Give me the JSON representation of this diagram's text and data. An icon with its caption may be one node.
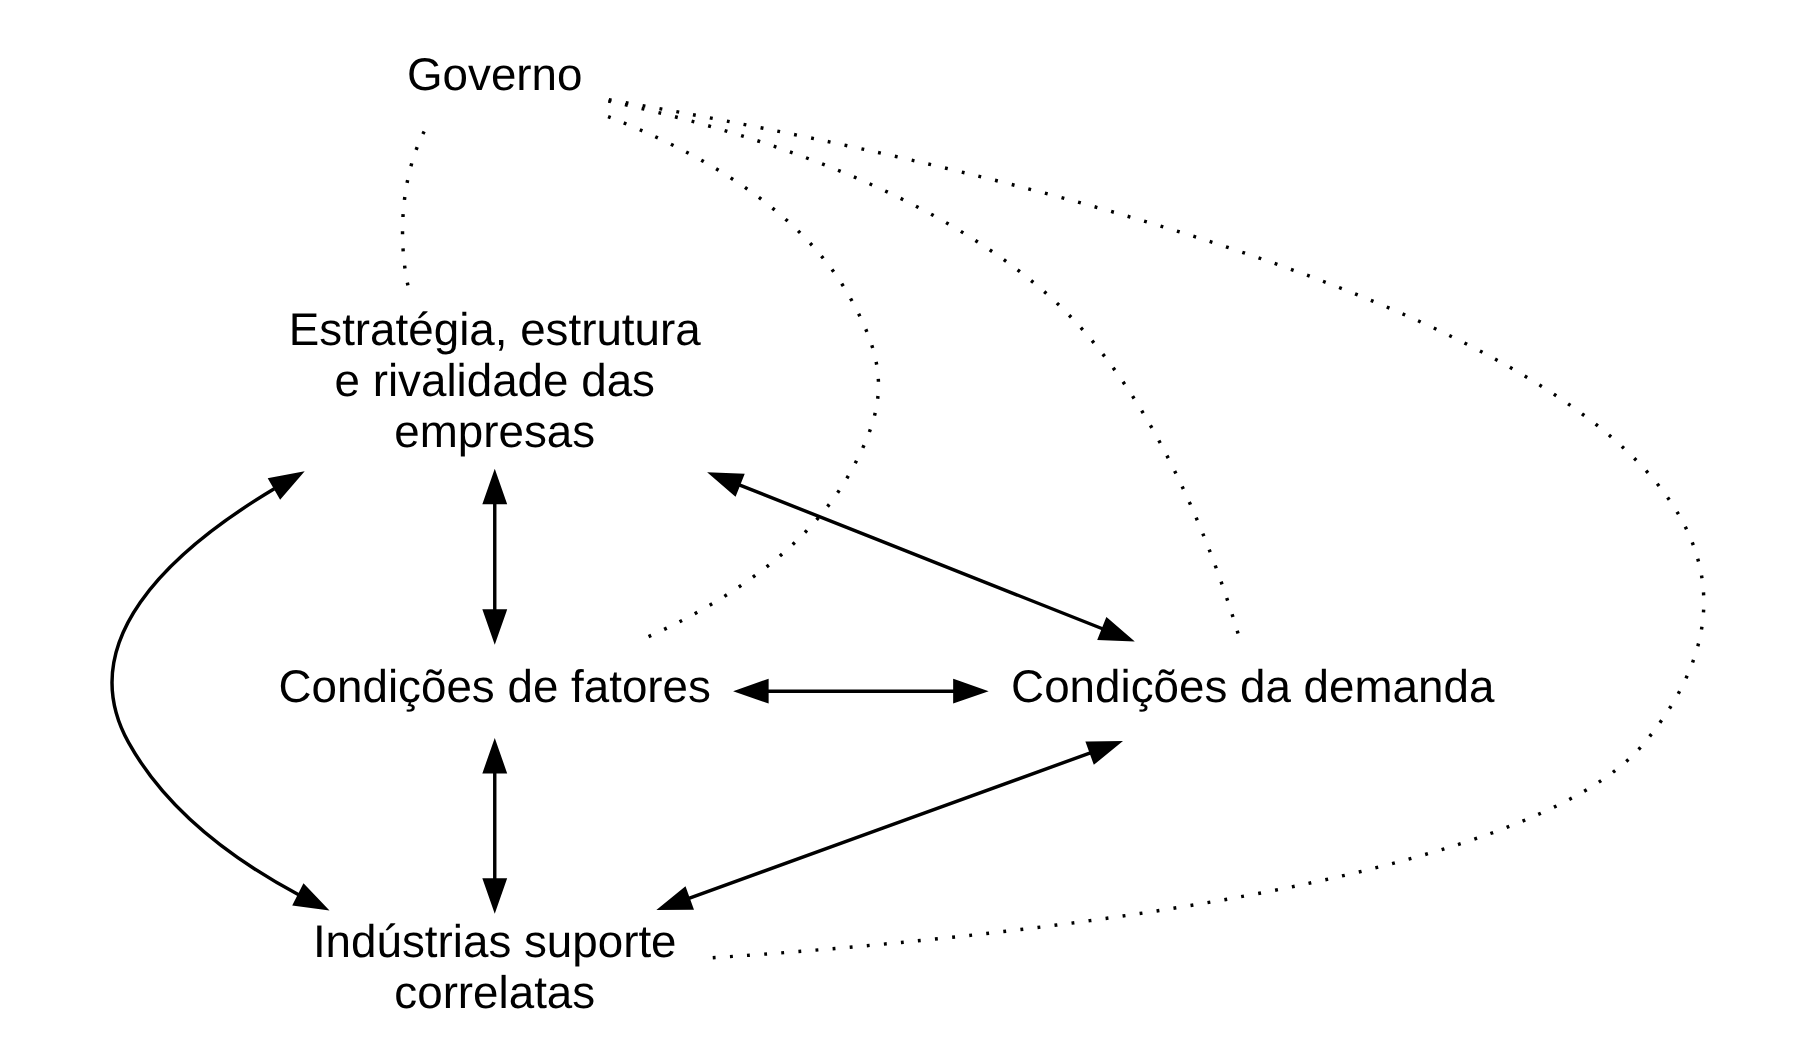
{
  "diagram": {
    "nodes": [
      {
        "text": [
          "Governo"
        ]
      },
      {
        "text": [
          "Estratégia, estrutura e rivalidade das empresas"
        ]
      },
      {
        "text": [
          "Condições de fatores"
        ]
      },
      {
        "text": [
          "Condições da demanda"
        ]
      },
      {
        "text": [
          "Indústrias suporte correlatas"
        ]
      }
    ],
    "edges": [
      {
        "from": 0,
        "to": 2,
        "arrow": "none",
        "style": "dashed"
      },
      {
        "from": 0,
        "to": 4,
        "arrow": "none",
        "style": "dashed"
      },
      {
        "from": 0,
        "to": 1,
        "arrow": "none",
        "style": "dashed"
      },
      {
        "from": 0,
        "to": 3,
        "arrow": "none",
        "style": "dashed"
      },
      {
        "from": 2,
        "to": 1,
        "arrow": "both"
      },
      {
        "from": 1,
        "to": 3,
        "arrow": "both"
      },
      {
        "from": 2,
        "to": 3,
        "arrow": "both"
      },
      {
        "from": 1,
        "to": 4,
        "arrow": "both"
      },
      {
        "from": 2,
        "to": 4,
        "arrow": "both"
      },
      {
        "from": 4,
        "to": 3,
        "arrow": "both"
      }
    ]
  }
}
